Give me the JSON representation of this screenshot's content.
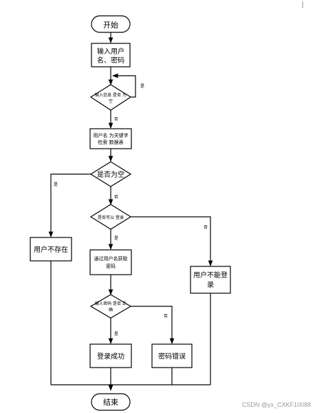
{
  "flowchart": {
    "start": "开始",
    "input_line1": "输入用户",
    "input_line2": "名、密码",
    "check_empty_line1": "输入信息 是否 为",
    "check_empty_line2": "空",
    "yes_loop": "是",
    "no_1": "否",
    "search_line1": "用户名 为关键字",
    "search_line2": "检索 数据表",
    "result_empty": "是否为空",
    "yes_user_missing": "是",
    "no_2": "否",
    "user_missing": "用户不存在",
    "can_login": "是否可以 登录",
    "no_cannot_login": "否",
    "yes_get_password": "是",
    "get_pwd_line1": "通过用户名获取",
    "get_pwd_line2": "密码",
    "cannot_login_line1": "用户不能登",
    "cannot_login_line2": "录",
    "pwd_correct_line1": "输入密码 是否 正",
    "pwd_correct_line2": "确",
    "no_wrong": "否",
    "yes_success": "是",
    "login_success": "登录成功",
    "password_wrong": "密码错误",
    "end": "结束"
  },
  "watermark": "CSDN @yx_CXKF10088"
}
